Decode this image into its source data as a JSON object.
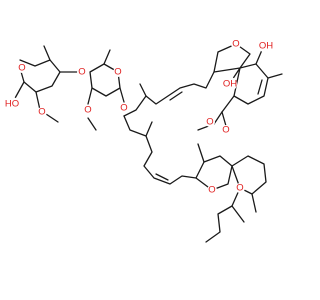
{
  "structure": {
    "atom_labels": {
      "o_pyran_ring": "O",
      "o_oh_sugar": "HO",
      "o_ome_sugar": "O",
      "o_glyco_1": "O",
      "o_ome_oleandrose": "O",
      "o_oleandrose_ring": "O",
      "o_glyco_2": "O",
      "o_oh_top_right": "OH",
      "o_oh_bridge": "OH",
      "o_furan": "O",
      "o_lactone_carbonyl": "O",
      "o_lactone_ester": "O",
      "o_spiro_1": "O",
      "o_spiro_2": "O"
    },
    "colors": {
      "bond": "#1a1a1a",
      "heteroatom": "#e01f1f"
    }
  }
}
